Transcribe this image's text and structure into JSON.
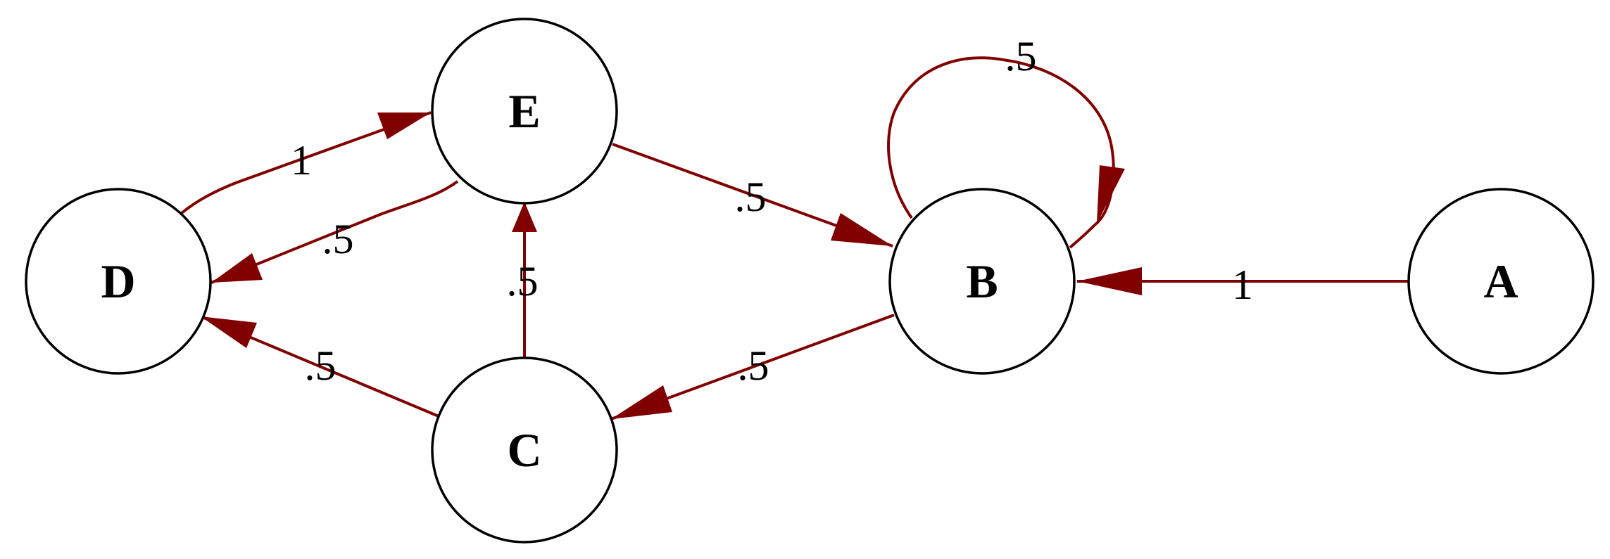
{
  "colors": {
    "edge": "#800000",
    "node_stroke": "#000000",
    "node_fill": "#ffffff"
  },
  "nodes": [
    {
      "id": "A",
      "label": "A"
    },
    {
      "id": "B",
      "label": "B"
    },
    {
      "id": "C",
      "label": "C"
    },
    {
      "id": "D",
      "label": "D"
    },
    {
      "id": "E",
      "label": "E"
    }
  ],
  "edges": [
    {
      "from": "A",
      "to": "B",
      "label": "1"
    },
    {
      "from": "B",
      "to": "B",
      "label": ".5"
    },
    {
      "from": "B",
      "to": "C",
      "label": ".5"
    },
    {
      "from": "E",
      "to": "B",
      "label": ".5"
    },
    {
      "from": "C",
      "to": "E",
      "label": ".5"
    },
    {
      "from": "C",
      "to": "D",
      "label": ".5"
    },
    {
      "from": "E",
      "to": "D",
      "label": ".5"
    },
    {
      "from": "D",
      "to": "E",
      "label": "1"
    }
  ]
}
